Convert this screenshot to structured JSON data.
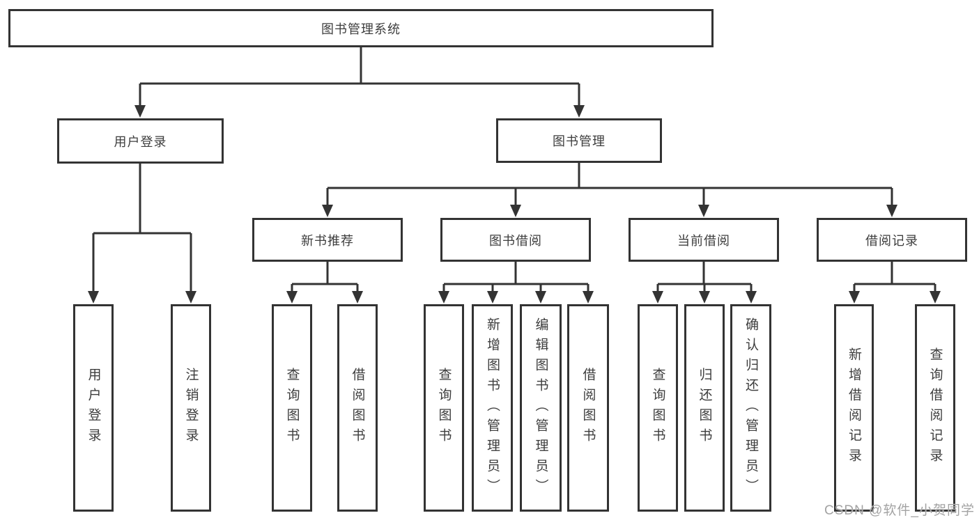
{
  "diagram": {
    "root_label": "图书管理系统",
    "branches": {
      "user_login": {
        "label": "用户登录",
        "children": [
          "用户登录",
          "注销登录"
        ]
      },
      "book_mgmt": {
        "label": "图书管理",
        "sections": [
          {
            "label": "新书推荐",
            "children": [
              "查询图书",
              "借阅图书"
            ]
          },
          {
            "label": "图书借阅",
            "children": [
              "查询图书",
              "新增图书（管理员）",
              "编辑图书（管理员）",
              "借阅图书"
            ]
          },
          {
            "label": "当前借阅",
            "children": [
              "查询图书",
              "归还图书",
              "确认归还（管理员）"
            ]
          },
          {
            "label": "借阅记录",
            "children": [
              "新增借阅记录",
              "查询借阅记录"
            ]
          }
        ]
      }
    },
    "watermark": "CSDN @软件_小贺同学",
    "colors": {
      "line": "#333333",
      "text": "#3d3d3d",
      "watermark": "#a3a3a3",
      "background": "#ffffff"
    }
  }
}
